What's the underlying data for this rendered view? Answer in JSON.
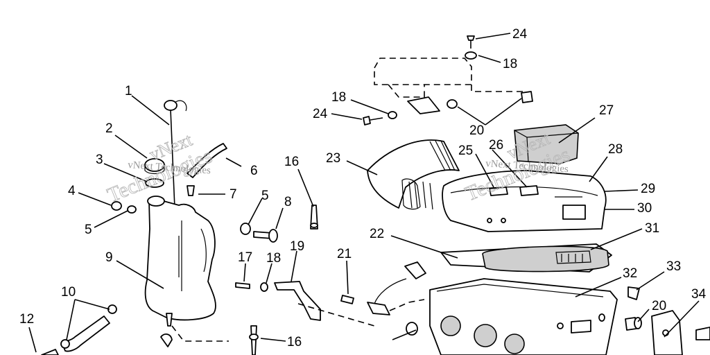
{
  "labels": [
    "1",
    "2",
    "3",
    "4",
    "5",
    "6",
    "7",
    "5",
    "8",
    "9",
    "10",
    "12",
    "16",
    "16",
    "17",
    "18",
    "19",
    "21",
    "22",
    "23",
    "24",
    "18",
    "18",
    "24",
    "20",
    "25",
    "26",
    "27",
    "28",
    "29",
    "30",
    "31",
    "32",
    "33",
    "20",
    "34"
  ],
  "watermark": {
    "big_top": "vNext",
    "big_bottom": "Technologies",
    "small": "vNext Technologies"
  }
}
